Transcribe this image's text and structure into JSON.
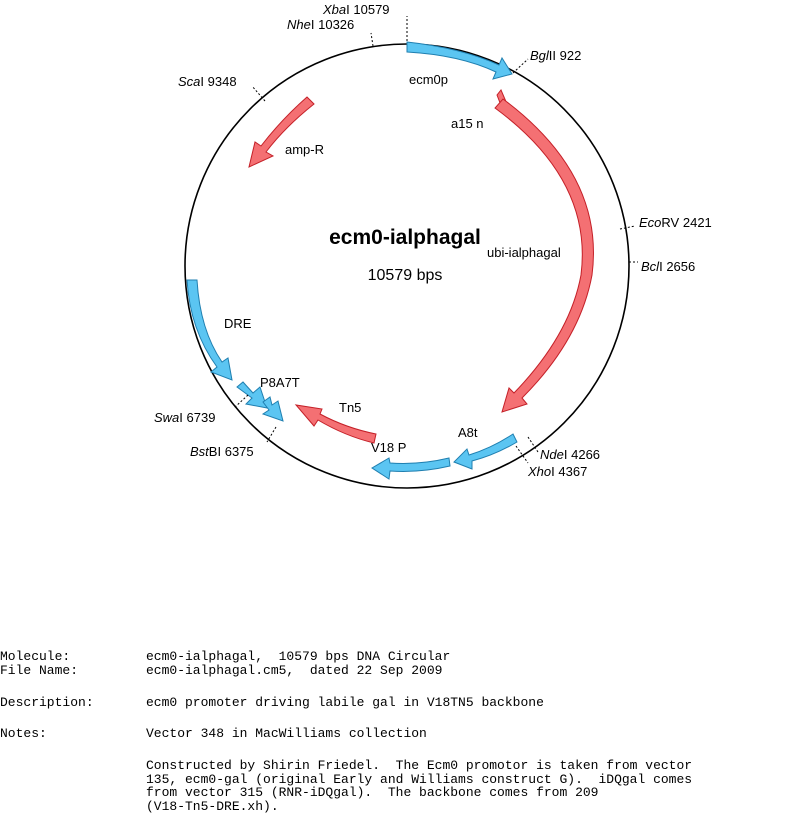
{
  "map": {
    "name": "ecm0-ialphagal",
    "size_label": "10579 bps"
  },
  "colors": {
    "blue_fill": "#5bc5f2",
    "blue_stroke": "#1f7fb0",
    "red_fill": "#f47073",
    "red_stroke": "#c42028",
    "backbone": "#000000"
  },
  "features": [
    {
      "name": "ecm0p",
      "color": "blue"
    },
    {
      "name": "a15 n",
      "color": "red"
    },
    {
      "name": "ubi-ialphagal",
      "color": "red"
    },
    {
      "name": "A8t",
      "color": "blue"
    },
    {
      "name": "V18 P",
      "color": "blue"
    },
    {
      "name": "Tn5",
      "color": "red"
    },
    {
      "name": "P8A7T",
      "color": "blue"
    },
    {
      "name": "DRE",
      "color": "blue"
    },
    {
      "name": "amp-R",
      "color": "red"
    }
  ],
  "sites": [
    {
      "enzyme": "Xba",
      "suffix": "I",
      "position": "10579"
    },
    {
      "enzyme": "Nhe",
      "suffix": "I",
      "position": "10326"
    },
    {
      "enzyme": "Bgl",
      "suffix": "II",
      "position": "922"
    },
    {
      "enzyme": "Sca",
      "suffix": "I",
      "position": "9348"
    },
    {
      "enzyme": "Eco",
      "suffix": "RV",
      "position": "2421"
    },
    {
      "enzyme": "Bcl",
      "suffix": "I",
      "position": "2656"
    },
    {
      "enzyme": "Nde",
      "suffix": "I",
      "position": "4266"
    },
    {
      "enzyme": "Xho",
      "suffix": "I",
      "position": "4367"
    },
    {
      "enzyme": "Swa",
      "suffix": "I",
      "position": "6739"
    },
    {
      "enzyme": "Bst",
      "suffix": "BI",
      "position": "6375"
    }
  ],
  "info": {
    "molecule_key": "Molecule:",
    "molecule_value": "ecm0-ialphagal,  10579 bps DNA Circular",
    "file_key": "File Name:",
    "file_value": "ecm0-ialphagal.cm5,  dated 22 Sep 2009",
    "description_key": "Description:",
    "description_value": "ecm0 promoter driving labile gal in V18TN5 backbone",
    "notes_key": "Notes:",
    "notes_line1": "Vector 348 in MacWilliams collection",
    "notes_para": [
      "Constructed by Shirin Friedel.  The Ecm0 promotor is taken from vector",
      "135, ecm0-gal (original Early and Williams construct G).  iDQgal comes",
      "from vector 315 (RNR-iDQgal).  The backbone comes from 209",
      "(V18-Tn5-DRE.xh)."
    ]
  }
}
